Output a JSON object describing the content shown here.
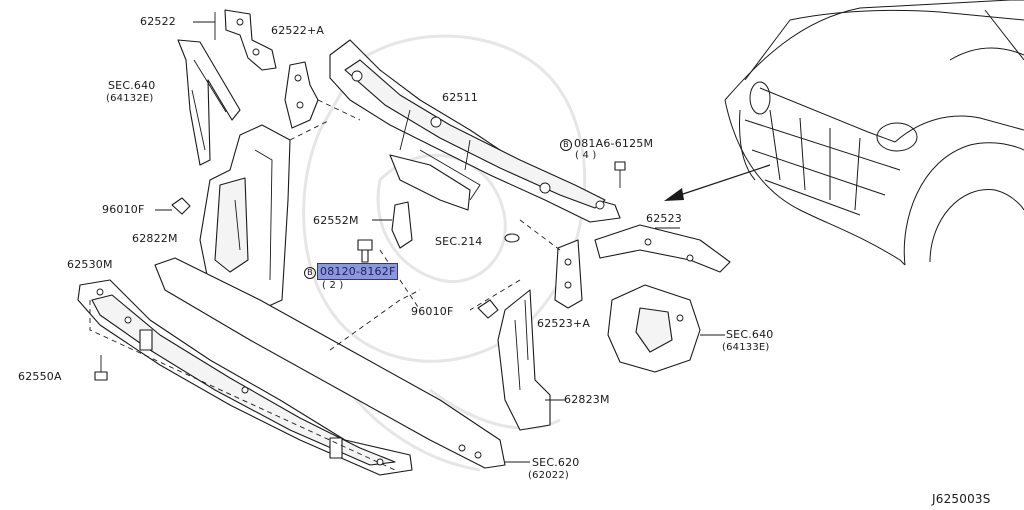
{
  "labels": {
    "l62522": "62522",
    "l62522a": "62522+A",
    "sec640_left": "SEC.640",
    "sec640_left_sub": "(64132E)",
    "l62511": "62511",
    "bolt_top": "081A6-6125M",
    "bolt_top_qty": "( 4 )",
    "l96010_left": "96010F",
    "l62552m": "62552M",
    "l62822m": "62822M",
    "sec214": "SEC.214",
    "l62523": "62523",
    "l62530m": "62530M",
    "bolt_mid": "08120-8162F",
    "bolt_mid_qty": "( 2 )",
    "l96010_right": "96010F",
    "l62523a": "62523+A",
    "sec640_right": "SEC.640",
    "sec640_right_sub": "(64133E)",
    "l62550a": "62550A",
    "l62823m": "62823M",
    "sec620": "SEC.620",
    "sec620_sub": "(62022)",
    "diagram_code": "J625003S",
    "circle_b": "B"
  },
  "highlight": {
    "part_number": "08120-8162F",
    "color": "#8e97d8"
  }
}
